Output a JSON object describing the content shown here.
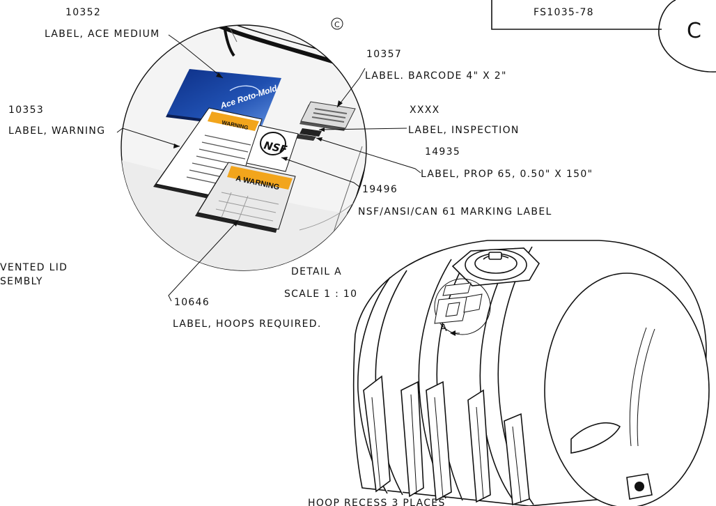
{
  "title_block": {
    "drawing_number": "FS1035-78",
    "revision": "C"
  },
  "detail_circle_marker": "C",
  "callouts": [
    {
      "part_number": "10352",
      "description": "LABEL, ACE MEDIUM"
    },
    {
      "part_number": "10357",
      "description": "LABEL. BARCODE 4\" X 2\""
    },
    {
      "part_number": "10353",
      "description": "LABEL, WARNING"
    },
    {
      "part_number": "XXXX",
      "description": "LABEL, INSPECTION"
    },
    {
      "part_number": "14935",
      "description": "LABEL, PROP 65, 0.50\" X 150\""
    },
    {
      "part_number": "19496",
      "description": "NSF/ANSI/CAN 61 MARKING LABEL"
    },
    {
      "part_number": "10646",
      "description": "LABEL, HOOPS REQUIRED."
    }
  ],
  "detail": {
    "name": "DETAIL A",
    "scale": "SCALE 1 : 10",
    "section_marker": "A"
  },
  "partial_notes": {
    "lid_line1": "VENTED LID",
    "lid_line2": "SEMBLY",
    "hoop_recess": "HOOP RECESS 3 PLACES"
  },
  "label_art": {
    "brand_label": "Ace Roto-Mold",
    "warning_banner": "WARNING",
    "warning_banner_large": "A WARNING",
    "nsf_mark": "NSF",
    "brand_color": "#1f4fb0",
    "warning_color": "#f2a51c"
  }
}
